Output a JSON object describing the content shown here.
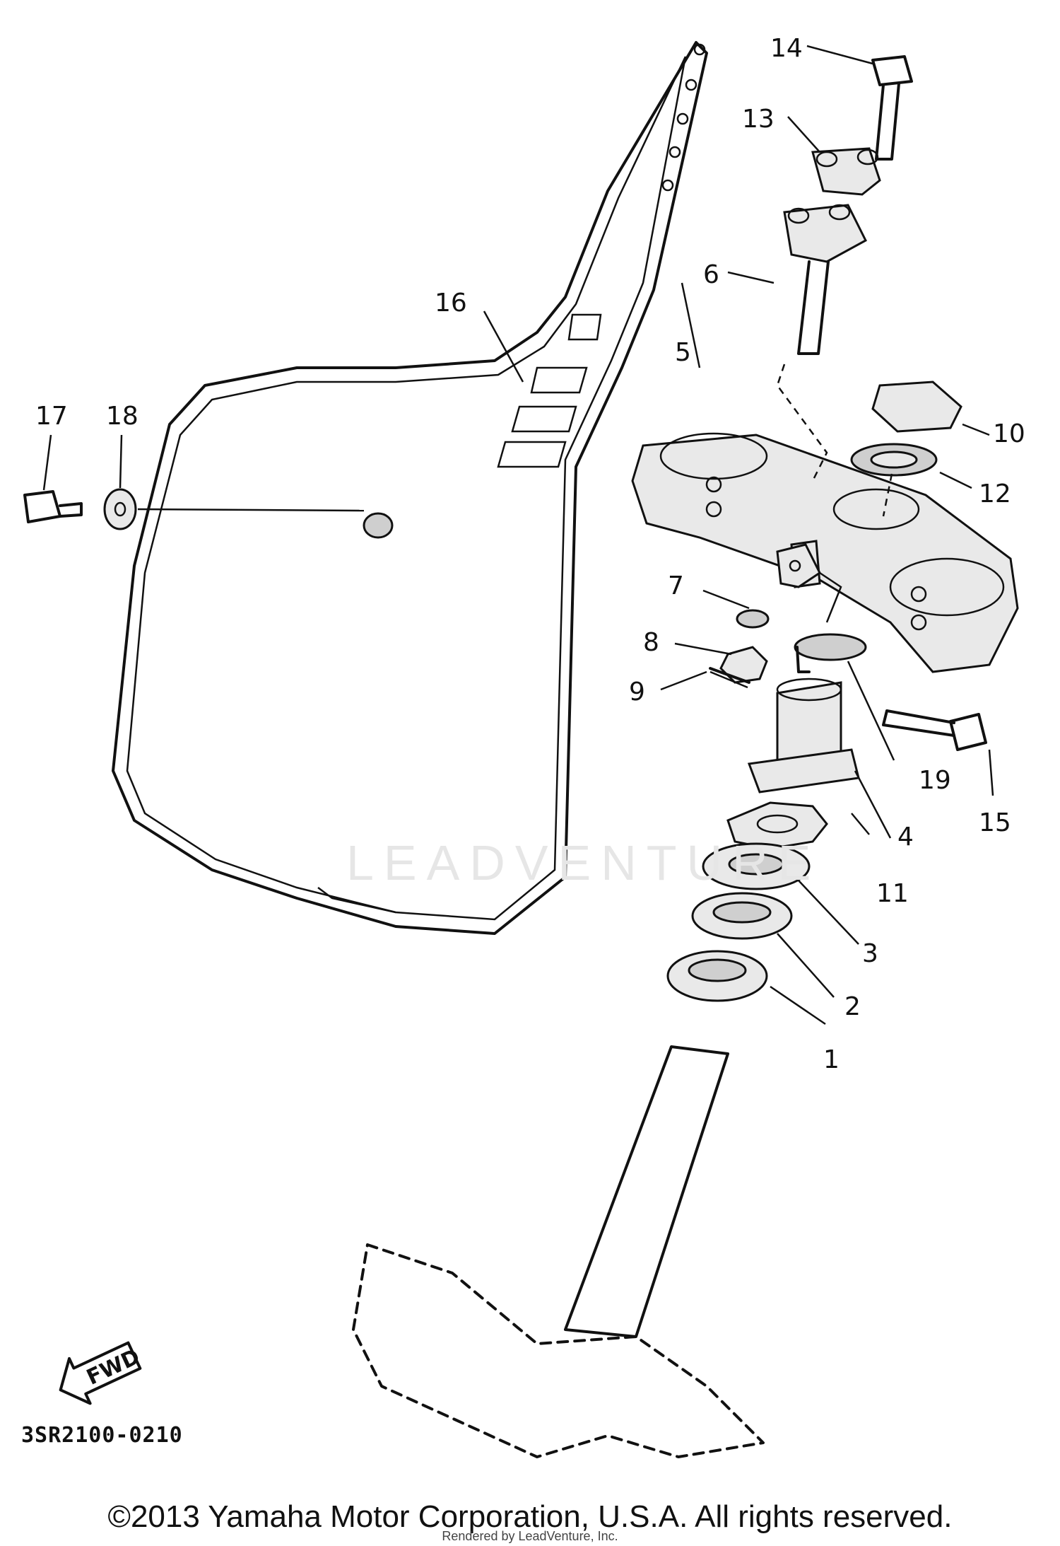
{
  "diagram": {
    "callouts": [
      {
        "num": "1"
      },
      {
        "num": "2"
      },
      {
        "num": "3"
      },
      {
        "num": "4"
      },
      {
        "num": "5"
      },
      {
        "num": "6"
      },
      {
        "num": "7"
      },
      {
        "num": "8"
      },
      {
        "num": "9"
      },
      {
        "num": "10"
      },
      {
        "num": "11"
      },
      {
        "num": "12"
      },
      {
        "num": "13"
      },
      {
        "num": "14"
      },
      {
        "num": "15"
      },
      {
        "num": "16"
      },
      {
        "num": "17"
      },
      {
        "num": "18"
      },
      {
        "num": "19"
      }
    ],
    "fwd_label": "FWD",
    "drawing_code": "3SR2100-0210",
    "watermark": "LEADVENTURE",
    "copyright": "©2013 Yamaha Motor Corporation, U.S.A. All rights reserved.",
    "rendered_by": "Rendered by LeadVenture, Inc."
  }
}
